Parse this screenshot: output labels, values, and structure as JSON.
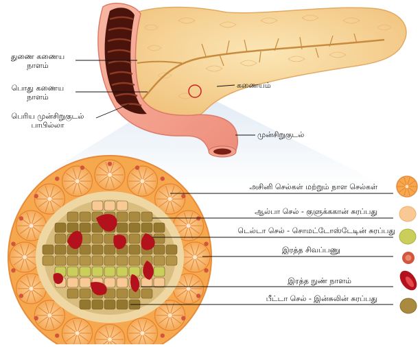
{
  "pancreas": {
    "labels": {
      "accessory_duct_line1": "துணை கணைய",
      "accessory_duct_line2": "நாளம்",
      "main_duct_line1": "பொது கணைய",
      "main_duct_line2": "நாளம்",
      "papilla_line1": "பெரிய முன்சிறுகுடல்",
      "papilla_line2": "பாபில்லா",
      "pancreas": "கணையம்",
      "duodenum": "முன்சிறுகுடல்"
    }
  },
  "islet": {
    "legend": [
      {
        "label": "அசினி செல்கள் மற்றும் நாள செல்கள்",
        "swatch": "acini",
        "color": "#f08a2a"
      },
      {
        "label": "ஆல்பா செல் - குளுக்ககான் சுரப்பது",
        "swatch": "alpha",
        "color": "#f7c48e"
      },
      {
        "label": "டெல்டா செல் - சொமட்டோஸ்டேடின் சுரப்பது",
        "swatch": "delta",
        "color": "#c9cf5a"
      },
      {
        "label": "இரத்த சிவப்பணு",
        "swatch": "rbc",
        "color": "#d2553d"
      },
      {
        "label": "இரத்த நுண் நாளம்",
        "swatch": "capillary",
        "color": "#b3121c"
      },
      {
        "label": "பீட்டா செல் - இன்சுலின் சுரப்பது",
        "swatch": "beta",
        "color": "#a98a3e"
      }
    ]
  }
}
